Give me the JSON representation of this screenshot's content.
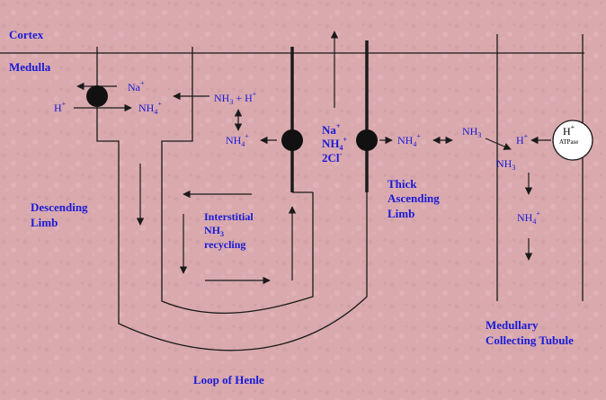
{
  "regions": {
    "cortex": "Cortex",
    "medulla": "Medulla"
  },
  "segments": {
    "descending_1": "Descending",
    "descending_2": "Limb",
    "thick_1": "Thick",
    "thick_2": "Ascending",
    "thick_3": "Limb",
    "loop": "Loop of Henle",
    "collecting_1": "Medullary",
    "collecting_2": "Collecting Tubule"
  },
  "interstitial": {
    "line1": "Interstitial",
    "nh": "NH",
    "nh_sub": "3",
    "line3": "recycling"
  },
  "ions": {
    "na": "Na",
    "plus": "+",
    "h": "H",
    "nh": "NH",
    "sub3": "3",
    "sub4": "4",
    "nh3_plus_h_mid": " + H",
    "cl": "2Cl",
    "minus": "-",
    "atpase": "ATPase"
  },
  "colors": {
    "background": "#d9a9ae",
    "line": "#1a1a1a",
    "label": "#1a1ad6"
  }
}
